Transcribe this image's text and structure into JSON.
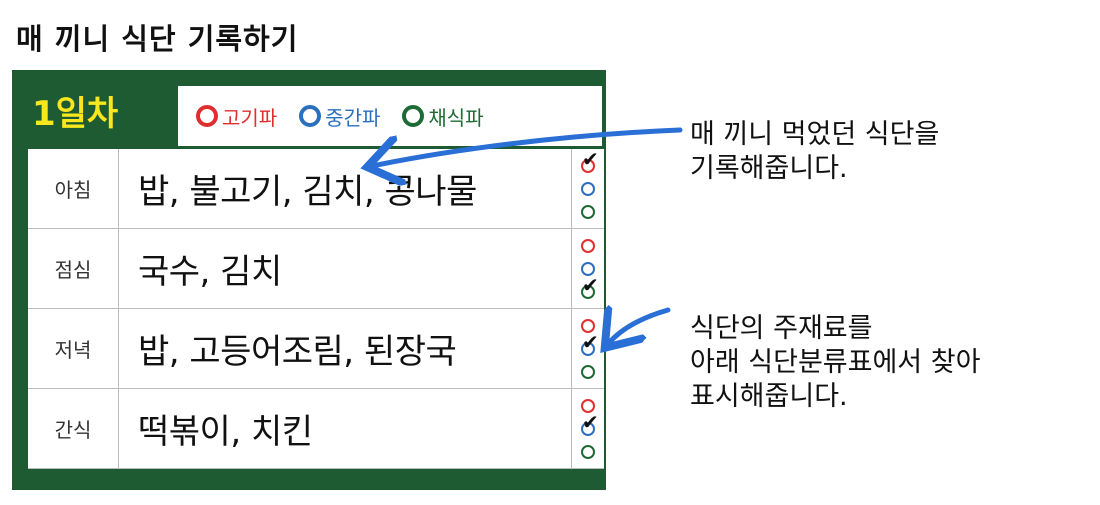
{
  "heading": "매 끼니 식단 기록하기",
  "card": {
    "day": "1일차",
    "legend": [
      {
        "label": "고기파",
        "color": "#e02e2e"
      },
      {
        "label": "중간파",
        "color": "#2b6fbd"
      },
      {
        "label": "채식파",
        "color": "#1d6b35"
      }
    ],
    "rows": [
      {
        "meal": "아침",
        "food": "밥, 불고기, 김치, 콩나물",
        "checked": "고기파"
      },
      {
        "meal": "점심",
        "food": "국수, 김치",
        "checked": "채식파"
      },
      {
        "meal": "저녁",
        "food": "밥, 고등어조림, 된장국",
        "checked": "중간파"
      },
      {
        "meal": "간식",
        "food": "떡볶이, 치킨",
        "checked": "중간파"
      }
    ]
  },
  "notes": {
    "record": [
      "매 끼니 먹었던 식단을",
      "기록해줍니다."
    ],
    "classify": [
      "식단의 주재료를",
      "아래 식단분류표에서 찾아",
      "표시해줍니다."
    ]
  },
  "colors": {
    "card_green": "#1f5b32",
    "badge_yellow": "#f7e71c",
    "arrow_blue": "#2a6fd6"
  }
}
